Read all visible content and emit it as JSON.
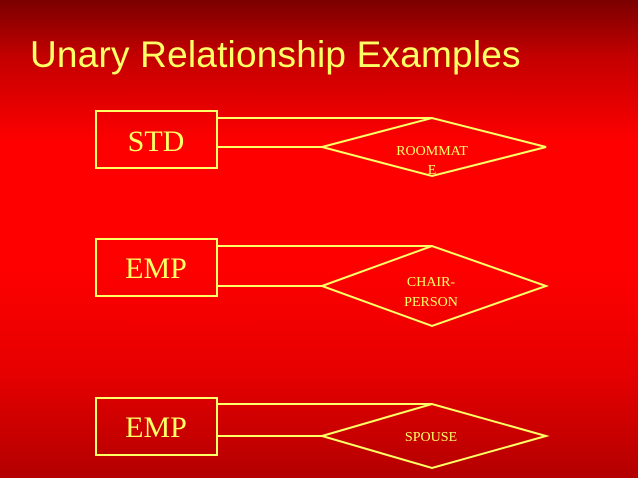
{
  "title": "Unary Relationship Examples",
  "colors": {
    "accent": "#ffff66",
    "background": "#ff0000"
  },
  "examples": [
    {
      "entity": "STD",
      "relationship": [
        "ROOMMAT",
        "E"
      ]
    },
    {
      "entity": "EMP",
      "relationship": [
        "CHAIR-",
        "PERSON"
      ]
    },
    {
      "entity": "EMP",
      "relationship": [
        "SPOUSE"
      ]
    }
  ]
}
